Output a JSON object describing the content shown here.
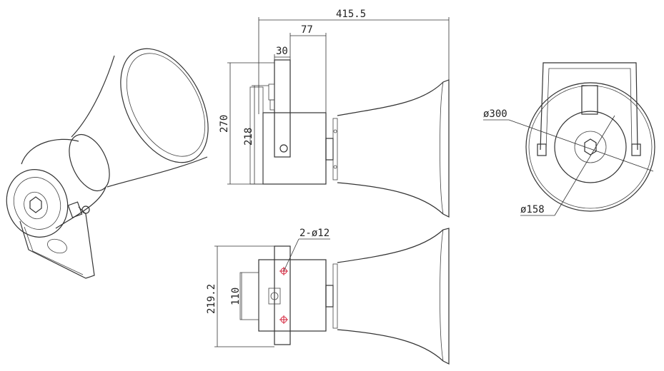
{
  "dimensions": {
    "overall_length": "415.5",
    "bracket_width": "77",
    "bracket_thickness": "30",
    "overall_height": "270",
    "body_height": "218",
    "mount_hole_label": "2-ø12",
    "bracket_total_height": "219.2",
    "mount_hole_spacing": "110",
    "horn_diameter": "ø300",
    "body_diameter": "ø158"
  },
  "colors": {
    "line": "#333333",
    "hole_marker": "#d4223a",
    "background": "#ffffff"
  }
}
